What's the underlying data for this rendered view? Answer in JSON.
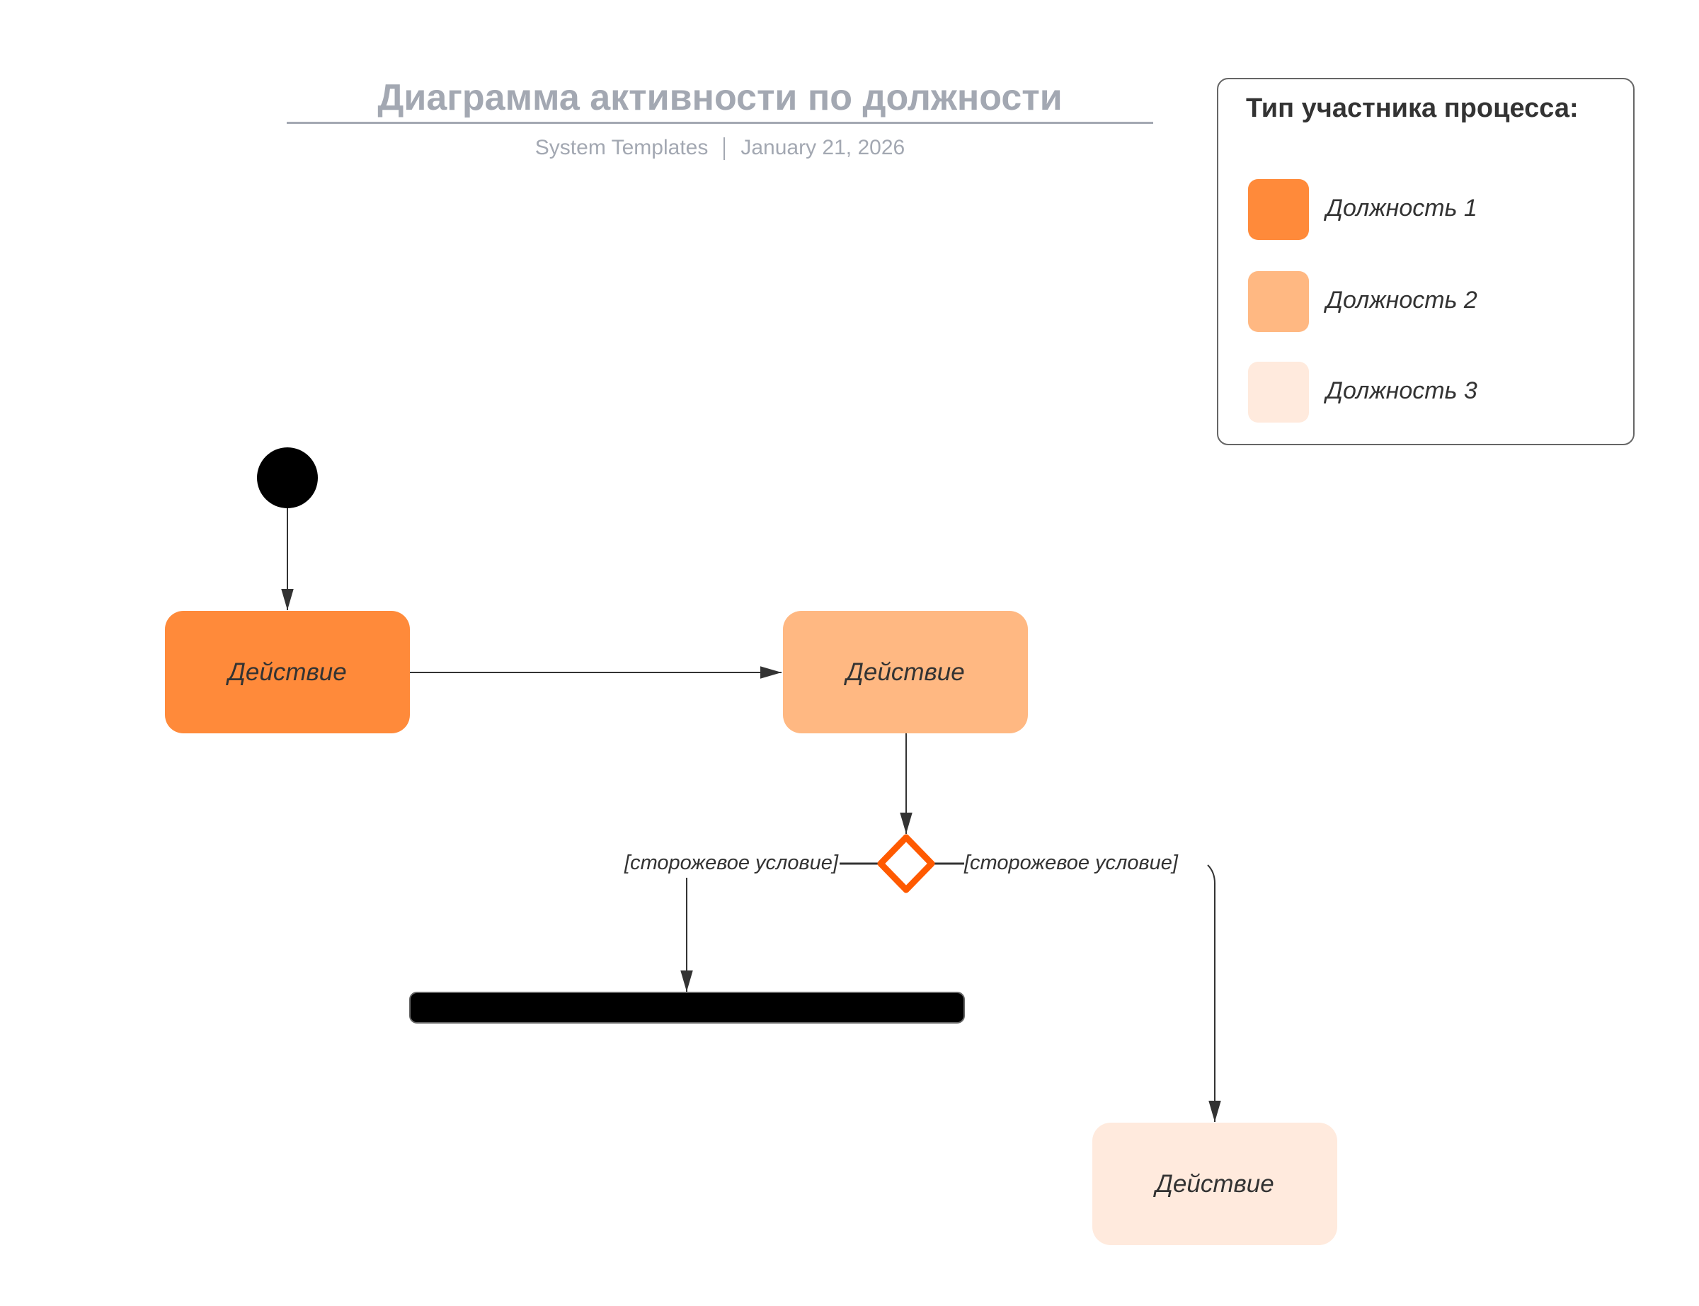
{
  "header": {
    "title": "Диаграмма активности по должности",
    "source": "System Templates",
    "date": "January 21, 2026"
  },
  "legend": {
    "title": "Тип участника процесса:",
    "items": [
      {
        "label": "Должность 1",
        "color": "#ff8a3a"
      },
      {
        "label": "Должность 2",
        "color": "#ffb882"
      },
      {
        "label": "Должность 3",
        "color": "#ffeadd"
      }
    ]
  },
  "diagram": {
    "actions": [
      {
        "label": "Действие"
      },
      {
        "label": "Действие"
      },
      {
        "label": "Действие"
      }
    ],
    "guards": [
      "[сторожевое условие]",
      "[сторожевое условие]"
    ],
    "decision_color": "#ff5a00"
  }
}
